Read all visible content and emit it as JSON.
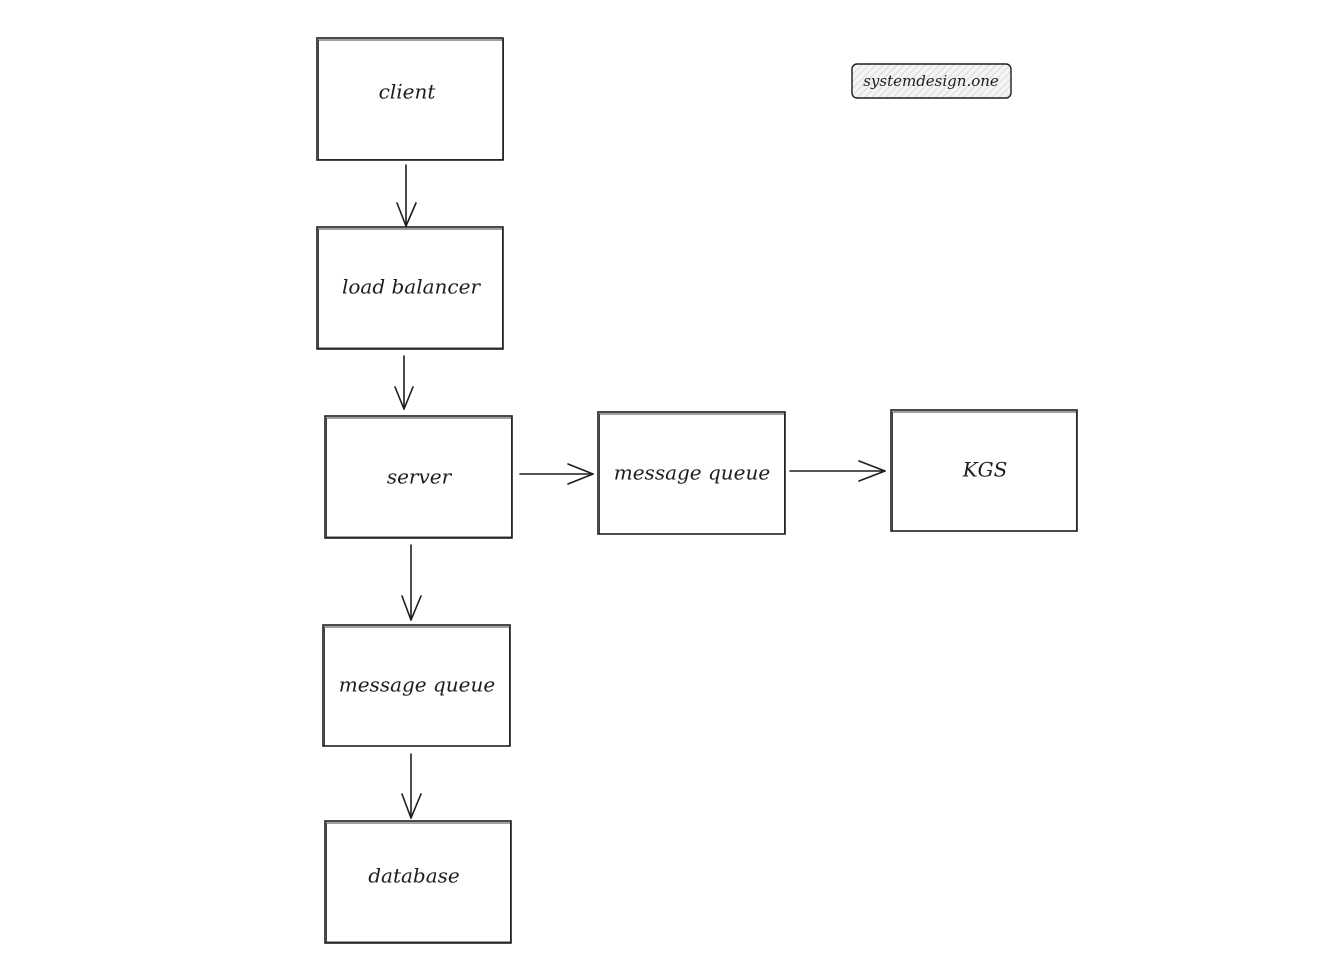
{
  "diagram": {
    "badge": {
      "label": "systemdesign.one"
    },
    "nodes": [
      {
        "id": "client",
        "label": "client"
      },
      {
        "id": "load_balancer",
        "label": "load balancer"
      },
      {
        "id": "server",
        "label": "server"
      },
      {
        "id": "mq_right",
        "label": "message queue"
      },
      {
        "id": "kgs",
        "label": "KGS"
      },
      {
        "id": "mq_down",
        "label": "message queue"
      },
      {
        "id": "database",
        "label": "database"
      }
    ],
    "edges": [
      {
        "from": "client",
        "to": "load_balancer"
      },
      {
        "from": "load_balancer",
        "to": "server"
      },
      {
        "from": "server",
        "to": "mq_right"
      },
      {
        "from": "mq_right",
        "to": "kgs"
      },
      {
        "from": "server",
        "to": "mq_down"
      },
      {
        "from": "mq_down",
        "to": "database"
      }
    ],
    "colors": {
      "stroke": "#1e1e1e",
      "background": "#ffffff"
    }
  }
}
